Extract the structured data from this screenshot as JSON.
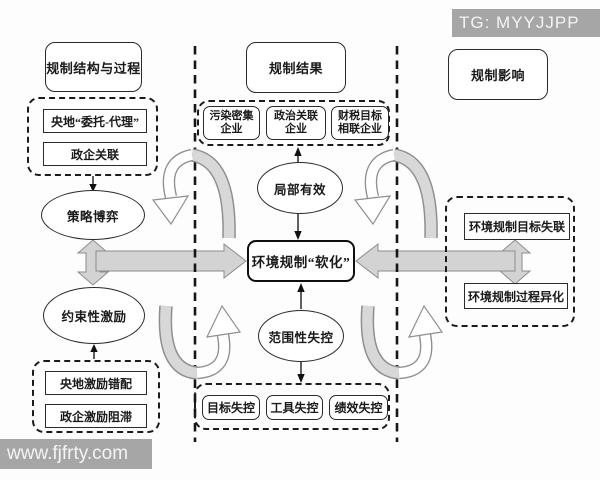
{
  "watermarks": {
    "telegram": "TG: MYYJJPP",
    "site": "www.fjfrty.com"
  },
  "colors": {
    "thick_arrow_fill": "#d3d3d3",
    "thick_arrow_stroke": "#8c8c8c",
    "watermark_bg": "#a6a6a6",
    "line_color": "#1a1a1a"
  },
  "headers": {
    "structure": "规制结构与过程",
    "result": "规制结果",
    "impact": "规制影响"
  },
  "left": {
    "structure_items": [
      "央地“委托-代理”",
      "政企关联"
    ],
    "strategy_ellipse": "策略博弈",
    "incentive_ellipse": "约束性激励",
    "incentive_items": [
      "央地激励错配",
      "政企激励阻滞"
    ]
  },
  "center": {
    "firms": [
      {
        "l1": "污染密集",
        "l2": "企业"
      },
      {
        "l1": "政治关联",
        "l2": "企业"
      },
      {
        "l1": "财税目标",
        "l2": "相联企业"
      }
    ],
    "partial_ellipse": "局部有效",
    "core_box": "环境规制“软化”",
    "scope_ellipse": "范围性失控",
    "failure_items": [
      "目标失控",
      "工具失控",
      "绩效失控"
    ]
  },
  "right": {
    "impact_items": [
      "环境规制目标失联",
      "环境规制过程异化"
    ]
  }
}
